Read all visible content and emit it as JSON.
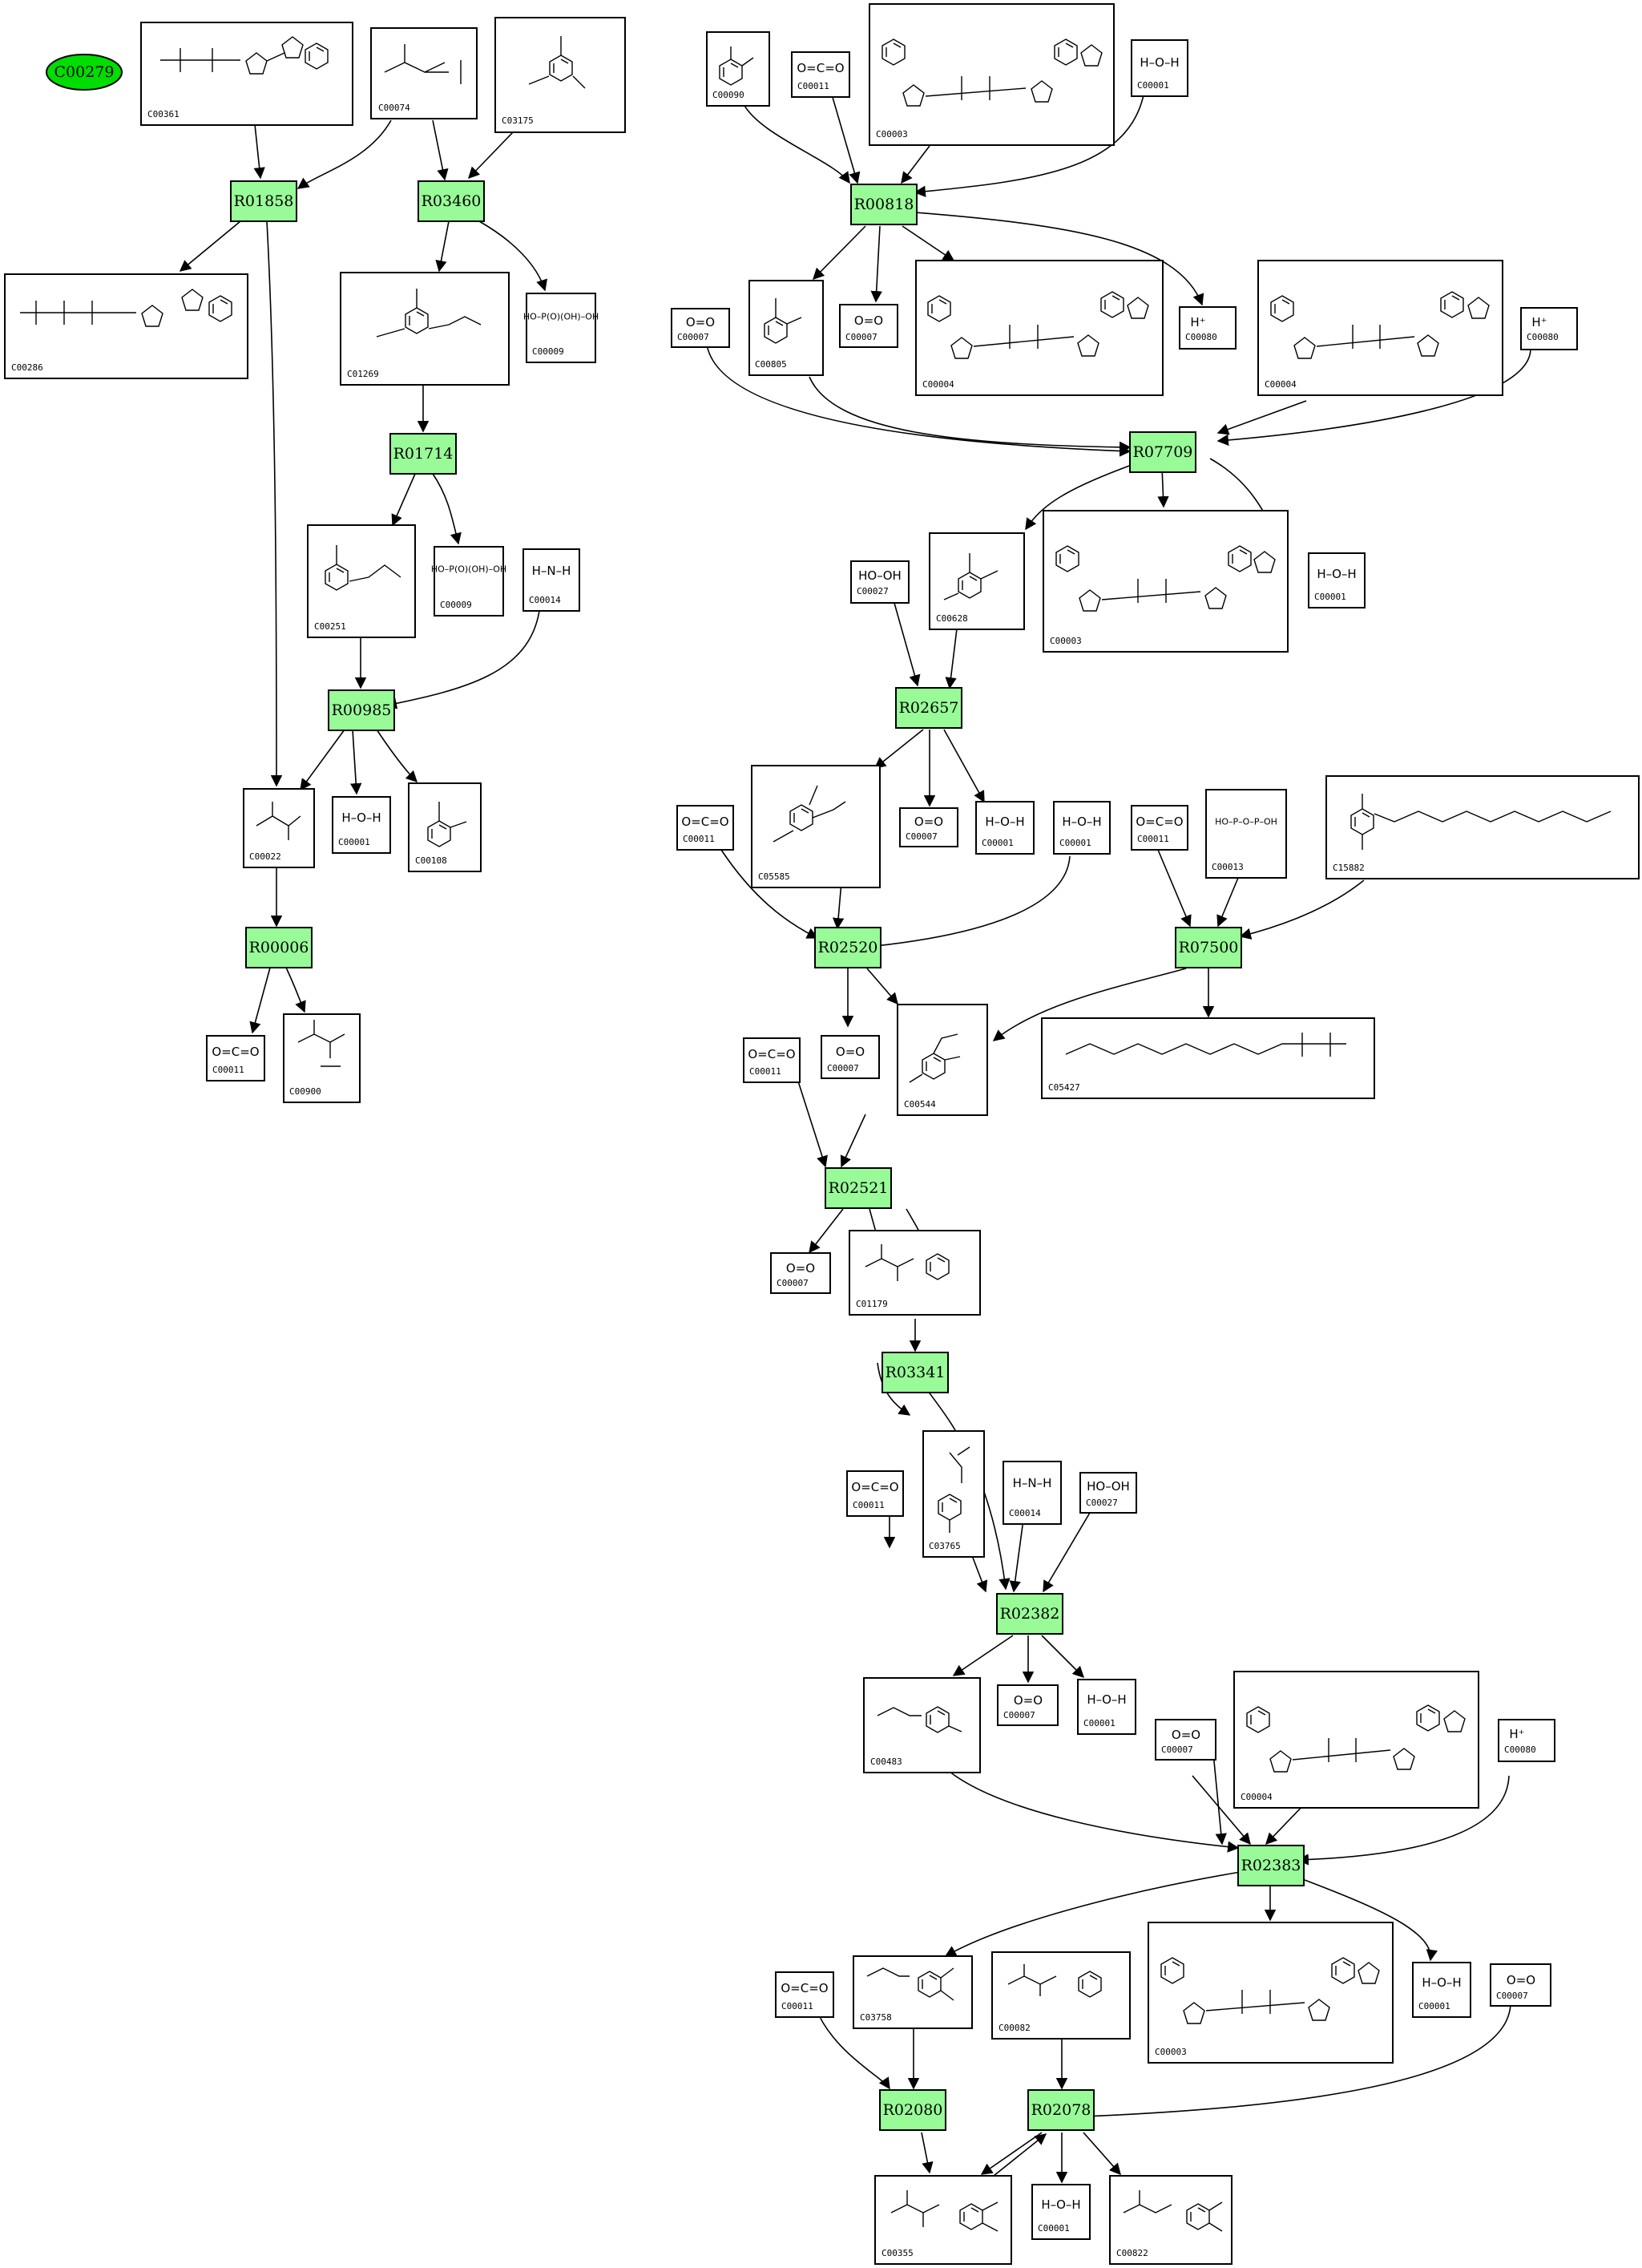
{
  "start_node": {
    "label": "C00279",
    "color": "#00dd00"
  },
  "reactions": [
    "R01858",
    "R03460",
    "R01714",
    "R00985",
    "R00006",
    "R00818",
    "R07709",
    "R02657",
    "R02520",
    "R07500",
    "R02521",
    "R03341",
    "R02382",
    "R02383",
    "R02080",
    "R02078"
  ],
  "compounds": {
    "c00361": "C00361",
    "c00074": "C00074",
    "c03175": "C03175",
    "c00286": "C00286",
    "c01269": "C01269",
    "c00009a": "C00009",
    "c00251": "C00251",
    "c00009b": "C00009",
    "c00014a": "C00014",
    "c00022": "C00022",
    "c00001a": "C00001",
    "c00108": "C00108",
    "c00011a": "C00011",
    "c00900": "C00900",
    "c00090": "C00090",
    "c00011b": "C00011",
    "c00003a": "C00003",
    "c00001b": "C00001",
    "c00007a": "C00007",
    "c00805": "C00805",
    "c00007b": "C00007",
    "c00004a": "C00004",
    "c00080a": "C00080",
    "c00004b": "C00004",
    "c00080b": "C00080",
    "c00027a": "C00027",
    "c00628": "C00628",
    "c00003b": "C00003",
    "c00001c": "C00001",
    "c05585": "C05585",
    "c00007c": "C00007",
    "c00001d": "C00001",
    "c00011c": "C00011",
    "c00001e": "C00001",
    "c00011d": "C00011",
    "c00013": "C00013",
    "c15882": "C15882",
    "c00007d": "C00007",
    "c00544": "C00544",
    "c05427": "C05427",
    "c00011e": "C00011",
    "c00007e": "C00007",
    "c01179": "C01179",
    "c00011f": "C00011",
    "c03765": "C03765",
    "c00014b": "C00014",
    "c00027b": "C00027",
    "c00483": "C00483",
    "c00007f": "C00007",
    "c00001f": "C00001",
    "c00007g": "C00007",
    "c00004c": "C00004",
    "c00080c": "C00080",
    "c00011g": "C00011",
    "c03758": "C03758",
    "c00082": "C00082",
    "c00003c": "C00003",
    "c00001g": "C00001",
    "c00007h": "C00007",
    "c00355": "C00355",
    "c00001h": "C00001",
    "c00822": "C00822"
  },
  "formulas": {
    "water": "H–O–H",
    "oxygen": "O=O",
    "proton": "H⁺",
    "peroxide": "HO–OH",
    "ammonia": "H–N–H",
    "co2": "O=C=O",
    "phosphate": "HO–P(O)(OH)–OH",
    "pyrophosphate": "HO–P–O–P–OH"
  }
}
